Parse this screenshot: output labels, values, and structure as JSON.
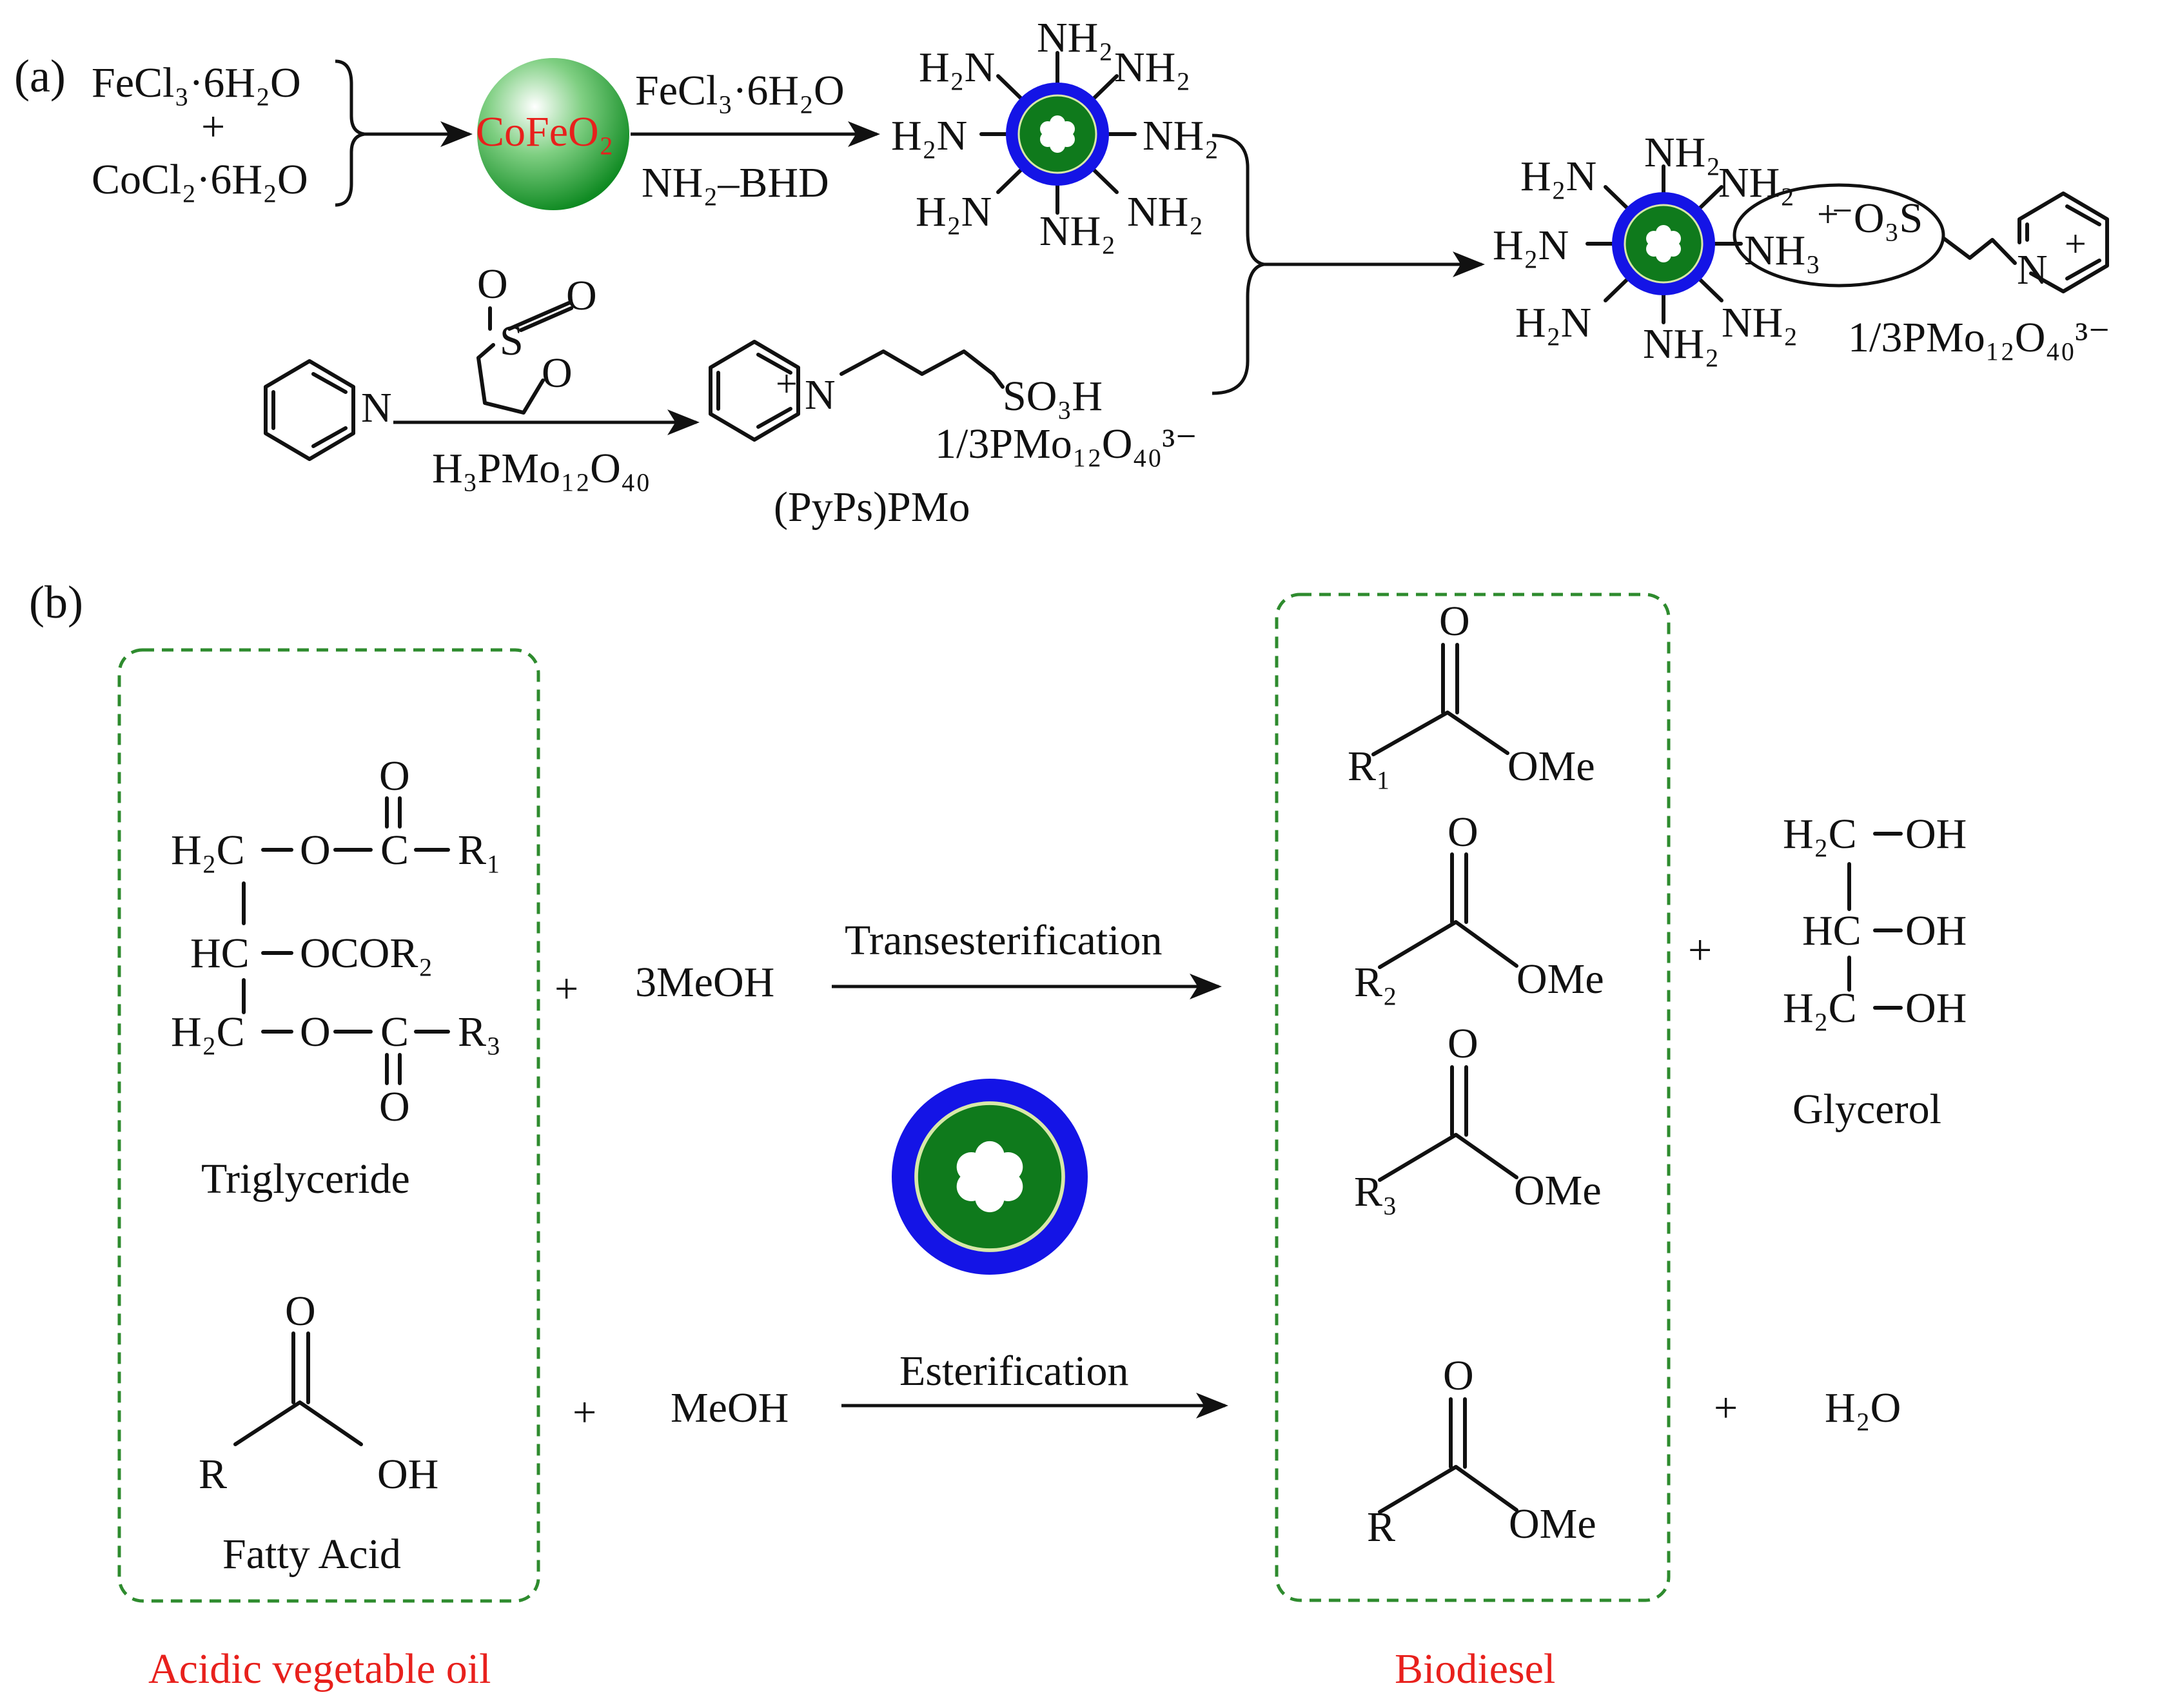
{
  "panel_a": {
    "label": "(a)",
    "reactant_1": "FeCl₃·6H₂O",
    "plus": "+",
    "reactant_2": "CoCl₂·6H₂O",
    "core_label": "CoFeO₂",
    "reagent_top": "FeCl₃·6H₂O",
    "reagent_bottom": "NH₂–BHD",
    "amine": "NH₂",
    "amine_left": "H₂N",
    "pyridine_n": "N",
    "sultone_s": "S",
    "sultone_o": "O",
    "acid": "H₃PMo₁₂O₄₀",
    "so3h": "SO₃H",
    "counter_anion": "1/3PMo₁₂O₄₀³⁻",
    "ionic_liquid_name": "(PyPs)PMo",
    "nh3": "NH₃",
    "o3s": "⁻O₃S",
    "plus_charge": "+",
    "colors": {
      "core_green": "#0f7a1c",
      "shell_blue": "#1414e6",
      "label_red": "#e8201c"
    }
  },
  "panel_b": {
    "label": "(b)",
    "triglyceride": {
      "row1": [
        "H₂C",
        "O",
        "C",
        "R₁"
      ],
      "row2": [
        "HC",
        "OCOR₂"
      ],
      "row3": [
        "H₂C",
        "O",
        "C",
        "R₃"
      ],
      "o": "O",
      "name": "Triglyceride"
    },
    "methanol_3": "3MeOH",
    "methanol_1": "MeOH",
    "plus": "+",
    "reaction_top": "Transesterification",
    "reaction_bottom": "Esterification",
    "fatty_acid": {
      "r": "R",
      "oh": "OH",
      "o": "O",
      "name": "Fatty Acid"
    },
    "esters": [
      {
        "r": "R₁",
        "ome": "OMe",
        "o": "O"
      },
      {
        "r": "R₂",
        "ome": "OMe",
        "o": "O"
      },
      {
        "r": "R₃",
        "ome": "OMe",
        "o": "O"
      },
      {
        "r": "R",
        "ome": "OMe",
        "o": "O"
      }
    ],
    "glycerol": {
      "rows": [
        [
          "H₂C",
          "OH"
        ],
        [
          "HC",
          "OH"
        ],
        [
          "H₂C",
          "OH"
        ]
      ],
      "name": "Glycerol"
    },
    "water": "H₂O",
    "box_left_caption": "Acidic vegetable oil",
    "box_right_caption": "Biodiesel",
    "colors": {
      "caption_red": "#e8201c",
      "box_green": "#2e8b2e"
    }
  }
}
